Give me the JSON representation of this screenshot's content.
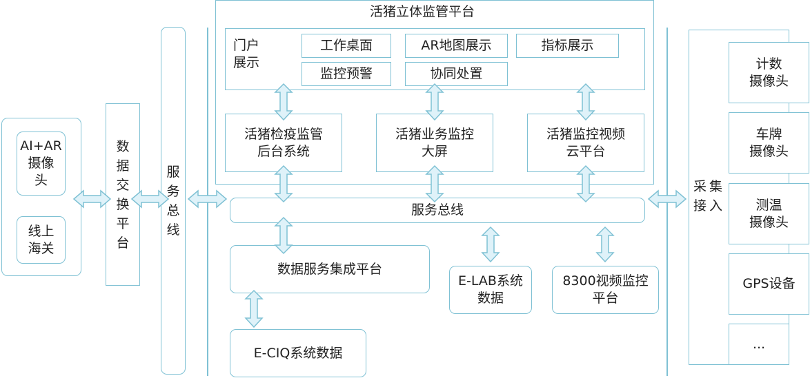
{
  "left_group": {
    "ai_ar_camera": "AI+AR\n摄像\n头",
    "online_customs": "线上\n海关"
  },
  "data_exchange": [
    "数",
    "据",
    "交",
    "换",
    "平",
    "台"
  ],
  "service_bus_vertical": [
    "服",
    "务",
    "总",
    "线"
  ],
  "main_platform": {
    "title": "活猪立体监管平台",
    "portal_label": "门户\n展示",
    "portal_items": [
      "工作桌面",
      "AR地图展示",
      "指标展示",
      "监控预警",
      "协同处置"
    ],
    "systems": [
      "活猪检疫监管\n后台系统",
      "活猪业务监控\n大屏",
      "活猪监控视频\n云平台"
    ]
  },
  "service_bus_horizontal": "服务总线",
  "lower": {
    "data_service": "数据服务集成平台",
    "elab": "E-LAB系统\n数据",
    "video_8300": "8300视频监控\n平台",
    "eciq": "E-CIQ系统数据"
  },
  "collection": {
    "label": [
      "采",
      "集",
      "接",
      "入"
    ],
    "devices": [
      "计数\n摄像头",
      "车牌\n摄像头",
      "测温\n摄像头",
      "GPS设备",
      "..."
    ]
  },
  "colors": {
    "border": "#7fc1d4",
    "arrow_fill": "#dff2f9"
  }
}
